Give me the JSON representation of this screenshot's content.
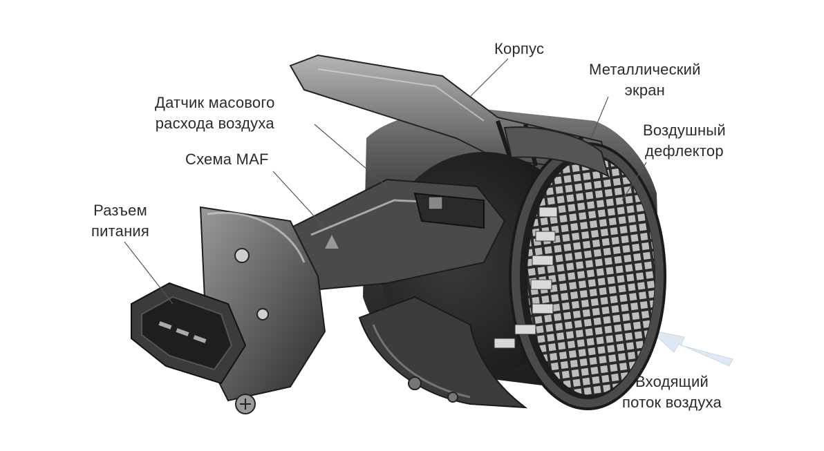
{
  "labels": {
    "housing": [
      "Корпус"
    ],
    "metal_screen": [
      "Металлический",
      "экран"
    ],
    "maf_sensor": [
      "Датчик масового",
      "расхода воздуха"
    ],
    "air_deflector": [
      "Воздушный",
      "дефлектор"
    ],
    "maf_circuit": [
      "Схема MAF"
    ],
    "power_connector": [
      "Разъем",
      "питания"
    ],
    "incoming_airflow": [
      "Входящий",
      "поток воздуха"
    ]
  },
  "colors": {
    "body_dark": "#2f2f2f",
    "body_mid": "#5a5a5a",
    "body_light": "#8c8c8c",
    "highlight": "#c9c9c9",
    "arrow": "#d8e6f4",
    "leader": "#555555"
  }
}
